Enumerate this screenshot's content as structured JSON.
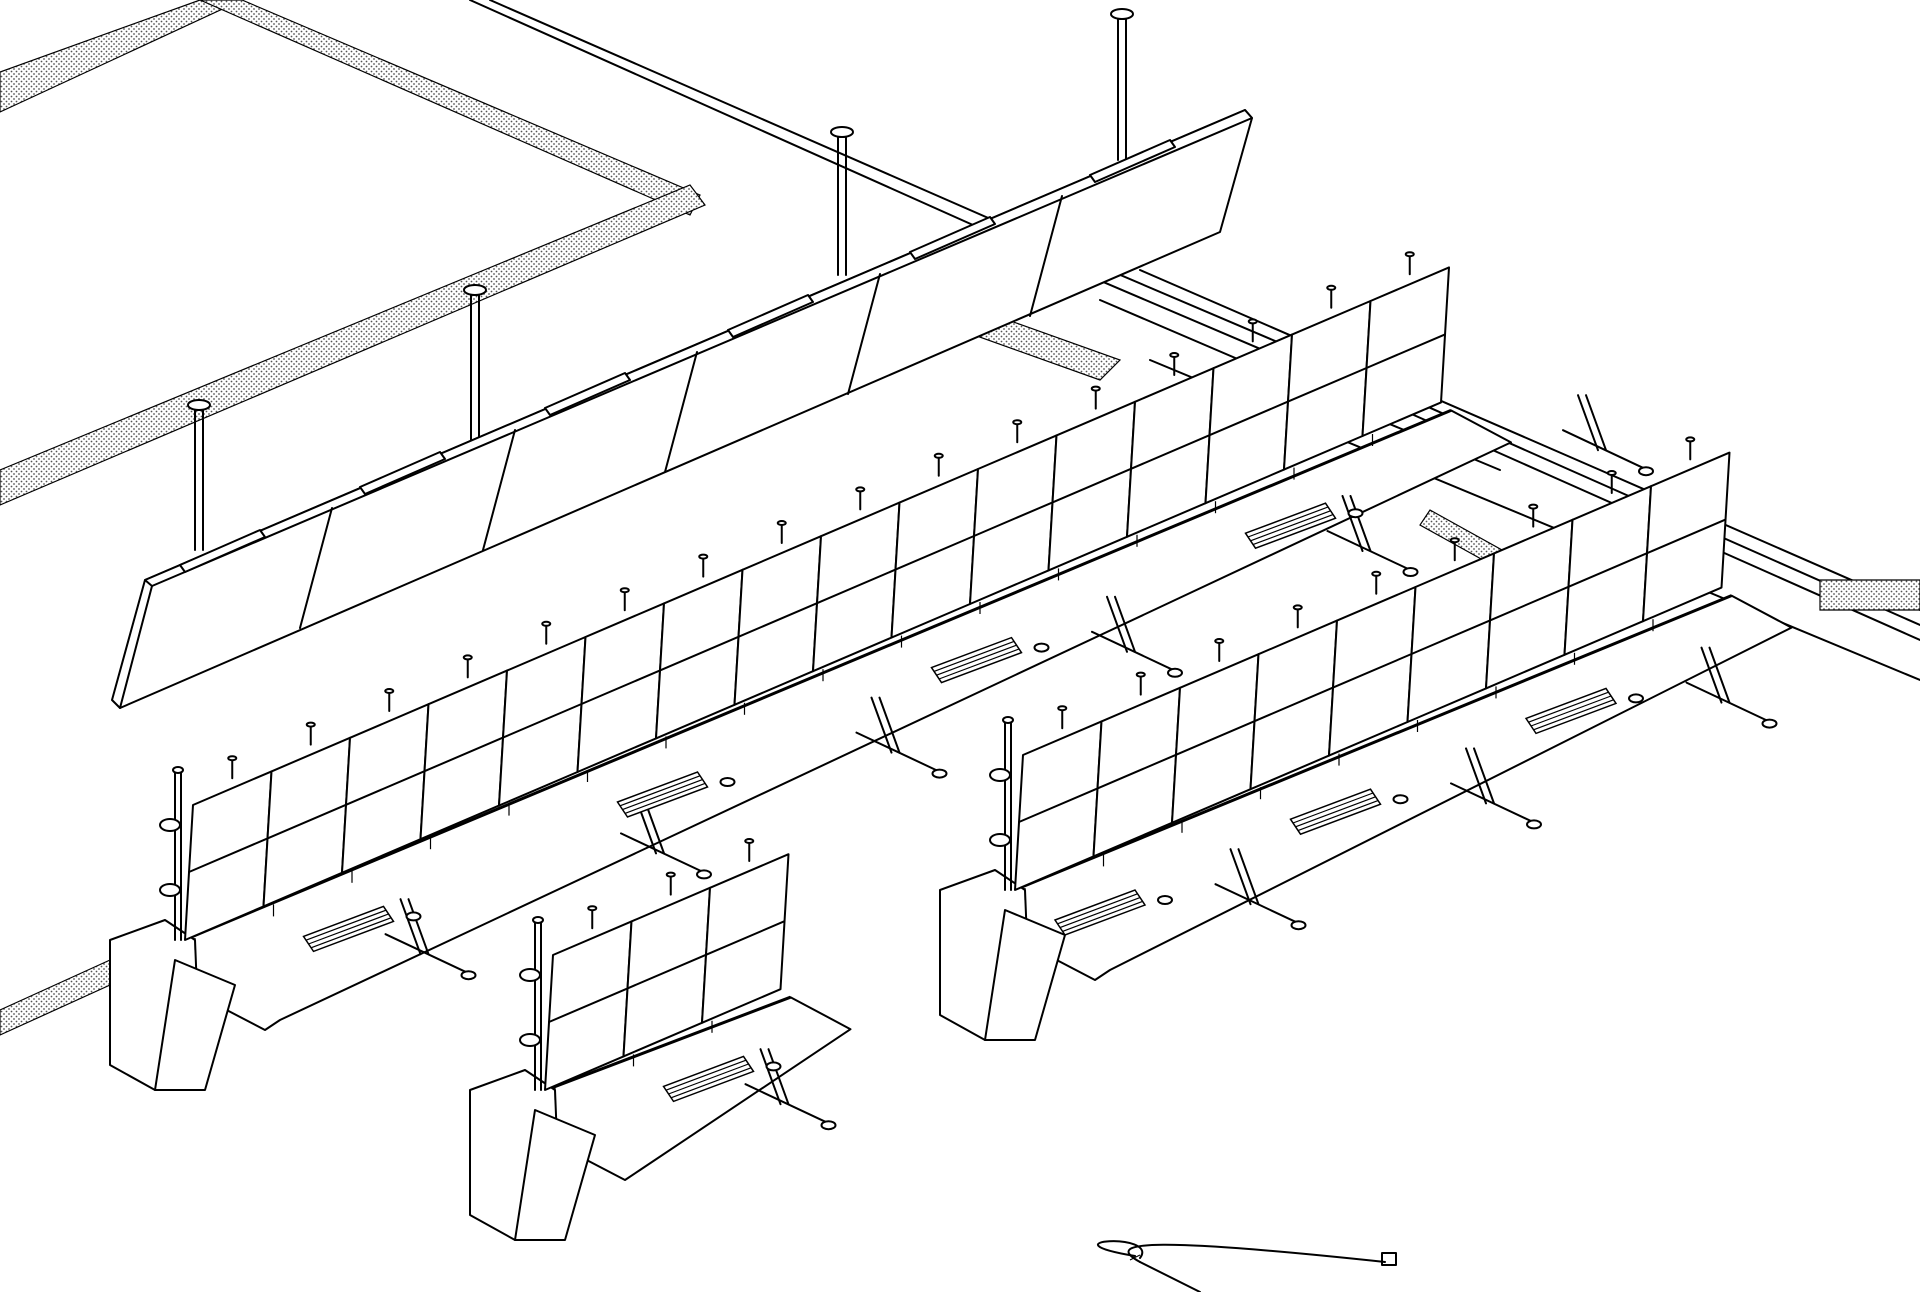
{
  "scene": {
    "description_type": "isometric line drawing",
    "line_color": "#000000",
    "background_color": "#ffffff",
    "video_wall_panels": 6,
    "ceiling_poles": 4,
    "console_rows": [
      {
        "id": "row-back",
        "monitor_count": 16,
        "keyboards": 4
      },
      {
        "id": "row-front-right",
        "monitor_count": 9,
        "keyboards": 3
      },
      {
        "id": "row-front-left",
        "monitor_count": 3,
        "keyboards": 1
      }
    ]
  }
}
